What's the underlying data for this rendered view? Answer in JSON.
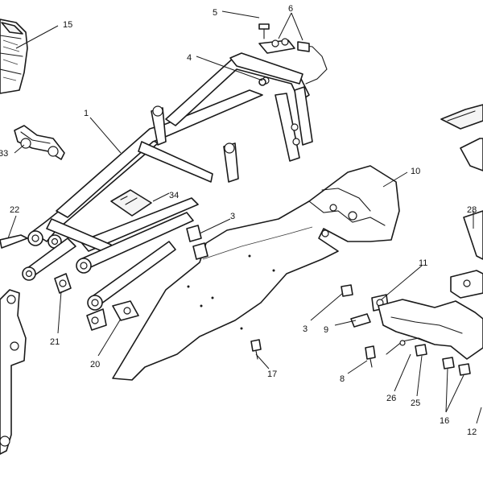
{
  "diagram": {
    "callouts": [
      {
        "id": "c1",
        "label": "1"
      },
      {
        "id": "c3a",
        "label": "3"
      },
      {
        "id": "c3b",
        "label": "3"
      },
      {
        "id": "c4",
        "label": "4"
      },
      {
        "id": "c5",
        "label": "5"
      },
      {
        "id": "c6",
        "label": "6"
      },
      {
        "id": "c8",
        "label": "8"
      },
      {
        "id": "c9",
        "label": "9"
      },
      {
        "id": "c10",
        "label": "10"
      },
      {
        "id": "c11",
        "label": "11"
      },
      {
        "id": "c12",
        "label": "12"
      },
      {
        "id": "c15",
        "label": "15"
      },
      {
        "id": "c16",
        "label": "16"
      },
      {
        "id": "c17",
        "label": "17"
      },
      {
        "id": "c20",
        "label": "20"
      },
      {
        "id": "c21",
        "label": "21"
      },
      {
        "id": "c22",
        "label": "22"
      },
      {
        "id": "c25",
        "label": "25"
      },
      {
        "id": "c26",
        "label": "26"
      },
      {
        "id": "c28",
        "label": "28"
      },
      {
        "id": "c33",
        "label": "33"
      },
      {
        "id": "c34",
        "label": "34"
      }
    ]
  }
}
